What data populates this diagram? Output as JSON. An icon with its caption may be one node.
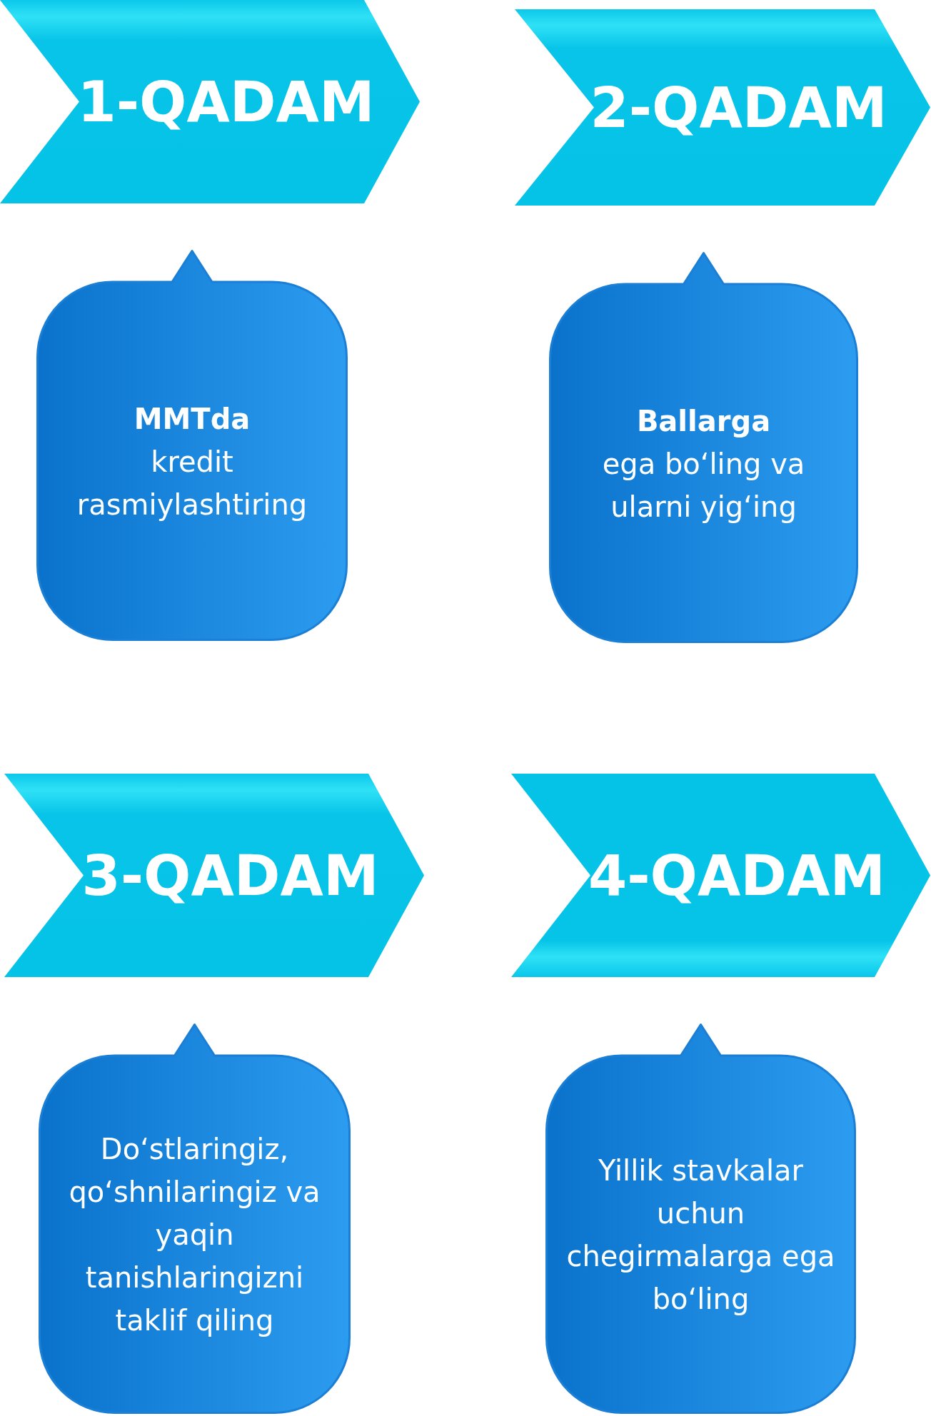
{
  "diagram": {
    "nodes": [
      {
        "text": [
          "1-QADAM"
        ]
      },
      {
        "text": [
          "2-QADAM"
        ]
      },
      {
        "text": [
          "**MMTda** kredit rasmiylashtiring"
        ]
      },
      {
        "text": [
          "**Ballarga** ega bo‘ling va ularni yig‘ing"
        ]
      },
      {
        "text": [
          "3-QADAM"
        ]
      },
      {
        "text": [
          "4-QADAM"
        ]
      },
      {
        "text": [
          "Do‘stlaringiz, qo‘shnilaringiz va yaqin tanishlaringizni taklif qiling"
        ]
      },
      {
        "text": [
          "Yillik stavkalar uchun chegirmalarga ega bo‘ling"
        ]
      }
    ]
  }
}
